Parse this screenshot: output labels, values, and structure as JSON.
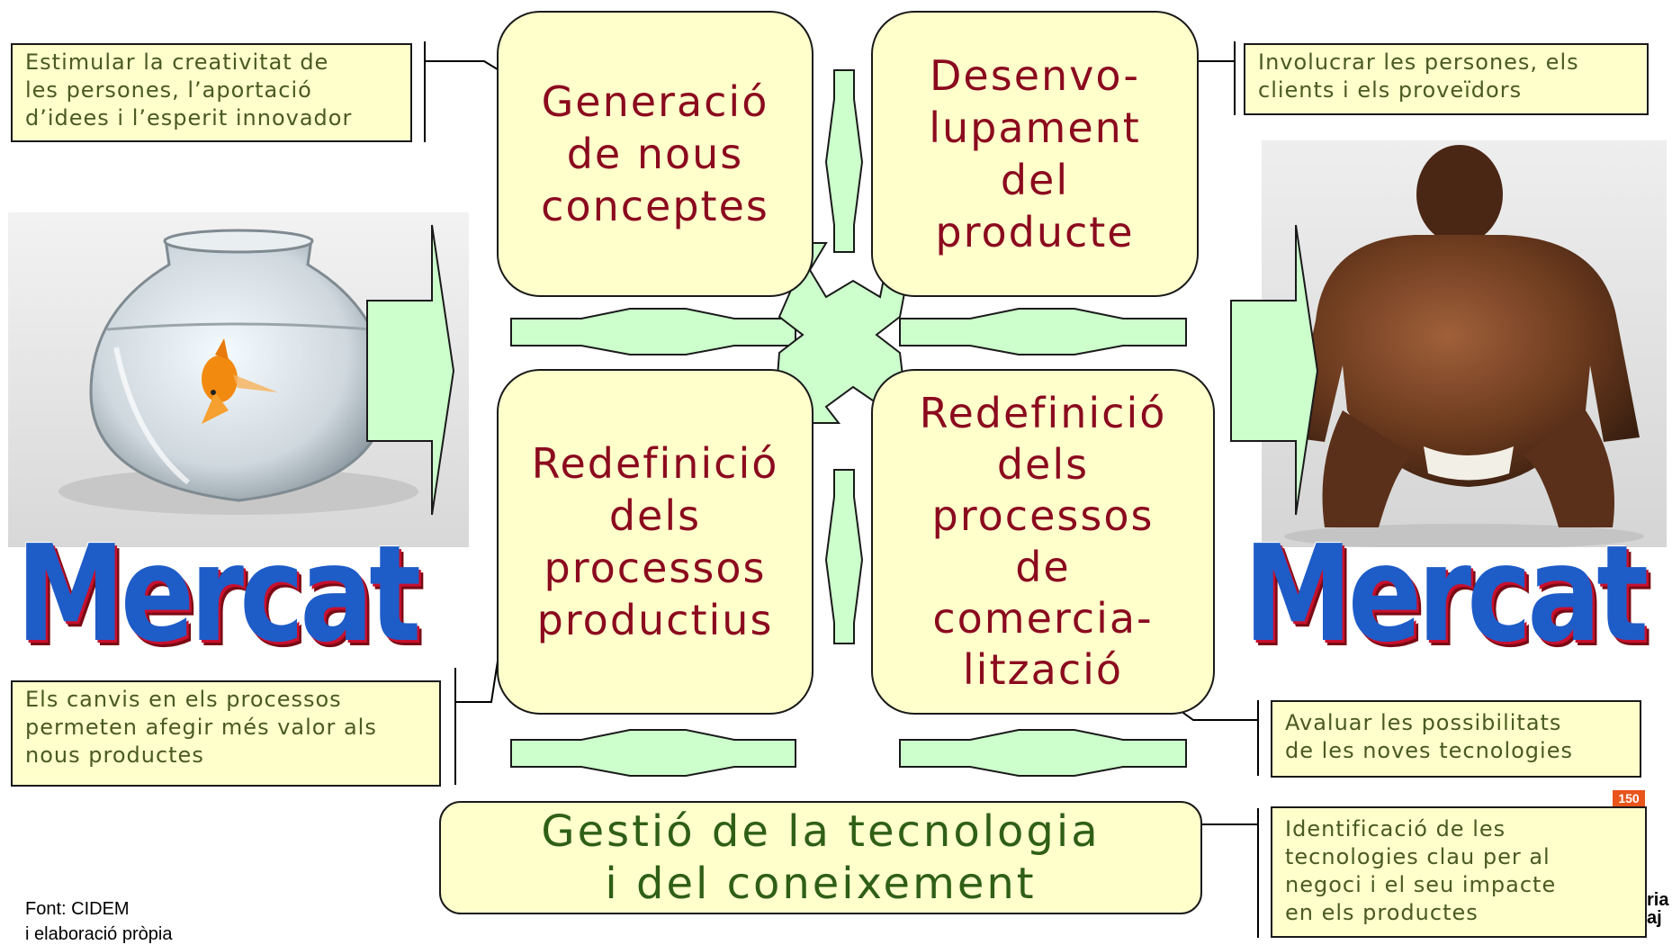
{
  "boxes": {
    "generacio": "Generació\nde nous\nconceptes",
    "desenvolupament": "Desenvo-\nlupament\ndel\nproducte",
    "redef_productius": "Redefinició\ndels\nprocessos\nproductius",
    "redef_comercial": "Redefinició\ndels\nprocessos\nde\ncomercia-\nlització",
    "gestio": "Gestió de la tecnologia\ni del coneixement"
  },
  "notes": {
    "creativitat": "Estimular la creativitat  de\nles persones, l’aportació\nd’idees i l’esperit innovador",
    "involucrar": "Involucrar les persones, els\nclients i els proveïdors",
    "canvis": "Els canvis en els processos\npermeten afegir més valor als\nnous productes",
    "avaluar": "Avaluar les possibilitats\nde les noves tecnologies",
    "identificacio": "Identificació de les\ntecnologies  clau per al\nnegoci i el seu impacte\nen els productes"
  },
  "mercat_left": "Mercat",
  "mercat_right": "Mercat",
  "source_line1": "Font: CIDEM",
  "source_line2": "i elaboració pròpia",
  "logo_badge": "150",
  "logo_text": "ria\naj",
  "colors": {
    "box_fill": "#ffffcc",
    "arrow_fill": "#ccffcc",
    "box_text": "#8b0a1e",
    "bottom_text": "#2f5f16",
    "note_text": "#4a5a20",
    "mercat_blue": "#1e5cc8",
    "mercat_shadow": "#c8102e"
  },
  "images": {
    "left": "goldfish-bowl",
    "right": "sumo-wrestler"
  }
}
